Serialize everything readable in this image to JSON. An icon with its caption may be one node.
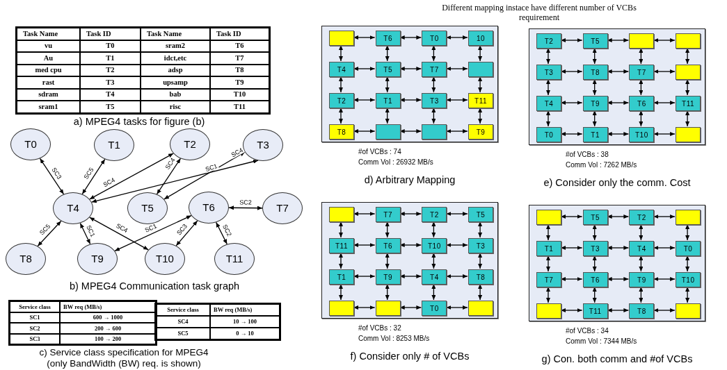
{
  "diagram": {
    "title": "Different mapping instace have different number of VCBs requirement",
    "nodes": [
      {
        "text": [
          "T0"
        ]
      },
      {
        "text": [
          "T1"
        ]
      },
      {
        "text": [
          "T2"
        ]
      },
      {
        "text": [
          "T3"
        ]
      },
      {
        "text": [
          "T4"
        ]
      },
      {
        "text": [
          "T5"
        ]
      },
      {
        "text": [
          "T6"
        ]
      },
      {
        "text": [
          "T7"
        ]
      },
      {
        "text": [
          "T8"
        ]
      },
      {
        "text": [
          "T9"
        ]
      },
      {
        "text": [
          "T10"
        ]
      },
      {
        "text": [
          "T11"
        ]
      },
      {
        "text": [],
        "shape": "box",
        "beside": [
          "#of VCBs : 74",
          "Comm Vol : 26932 MB/s",
          "d) Arbitrary Mapping"
        ]
      },
      {
        "text": [],
        "shape": "box",
        "in": 12
      },
      {
        "text": [
          "T6"
        ],
        "in": 12
      },
      {
        "text": [
          "T0"
        ],
        "in": 12
      },
      {
        "text": [
          "10"
        ],
        "in": 12
      },
      {
        "text": [
          "T4"
        ],
        "in": 12
      },
      {
        "text": [
          "T5"
        ],
        "in": 12
      },
      {
        "text": [
          "T7"
        ],
        "in": 12
      },
      {
        "text": [],
        "shape": "box",
        "in": 12
      },
      {
        "text": [
          "T2"
        ],
        "in": 12
      },
      {
        "text": [
          "T1"
        ],
        "in": 12
      },
      {
        "text": [
          "T3"
        ],
        "in": 12
      },
      {
        "text": [
          "T11"
        ],
        "in": 12
      },
      {
        "text": [
          "T8"
        ],
        "in": 12
      },
      {
        "text": [],
        "shape": "box",
        "in": 12
      },
      {
        "text": [],
        "shape": "box",
        "in": 12
      },
      {
        "text": [
          "T9"
        ],
        "in": 12
      },
      {
        "text": [],
        "shape": "box",
        "beside": [
          "#of VCBs : 38",
          "Comm Vol : 7262 MB/s",
          "e) Consider only the comm. Cost"
        ]
      },
      {
        "text": [
          "T2"
        ],
        "in": 29
      },
      {
        "text": [
          "T5"
        ],
        "in": 29
      },
      {
        "text": [],
        "shape": "box",
        "in": 29
      },
      {
        "text": [],
        "shape": "box",
        "in": 29
      },
      {
        "text": [
          "T3"
        ],
        "in": 29
      },
      {
        "text": [
          "T8"
        ],
        "in": 29
      },
      {
        "text": [
          "T7"
        ],
        "in": 29
      },
      {
        "text": [],
        "shape": "box",
        "in": 29
      },
      {
        "text": [
          "T4"
        ],
        "in": 29
      },
      {
        "text": [
          "T9"
        ],
        "in": 29
      },
      {
        "text": [
          "T6"
        ],
        "in": 29
      },
      {
        "text": [
          "T11"
        ],
        "in": 29
      },
      {
        "text": [
          "T0"
        ],
        "in": 29
      },
      {
        "text": [
          "T1"
        ],
        "in": 29
      },
      {
        "text": [
          "T10"
        ],
        "in": 29
      },
      {
        "text": [],
        "shape": "box",
        "in": 29
      },
      {
        "text": [],
        "shape": "box",
        "beside": [
          "#of VCBs : 32",
          "Comm Vol : 8253 MB/s",
          "f) Consider only # of VCBs"
        ]
      },
      {
        "text": [],
        "shape": "box",
        "in": 46
      },
      {
        "text": [
          "T7"
        ],
        "in": 46
      },
      {
        "text": [
          "T2"
        ],
        "in": 46
      },
      {
        "text": [
          "T5"
        ],
        "in": 46
      },
      {
        "text": [
          "T11"
        ],
        "in": 46
      },
      {
        "text": [
          "T6"
        ],
        "in": 46
      },
      {
        "text": [
          "T10"
        ],
        "in": 46
      },
      {
        "text": [
          "T3"
        ],
        "in": 46
      },
      {
        "text": [
          "T1"
        ],
        "in": 46
      },
      {
        "text": [
          "T9"
        ],
        "in": 46
      },
      {
        "text": [
          "T4"
        ],
        "in": 46
      },
      {
        "text": [
          "T8"
        ],
        "in": 46
      },
      {
        "text": [],
        "shape": "box",
        "in": 46
      },
      {
        "text": [],
        "shape": "box",
        "in": 46
      },
      {
        "text": [
          "T0"
        ],
        "in": 46
      },
      {
        "text": [],
        "shape": "box",
        "in": 46
      },
      {
        "text": [],
        "shape": "box",
        "beside": [
          "#of VCBs : 34",
          "Comm Vol : 7344 MB/s",
          "g) Con. both comm and #of VCBs"
        ]
      },
      {
        "text": [],
        "shape": "box",
        "in": 63
      },
      {
        "text": [
          "T5"
        ],
        "in": 63
      },
      {
        "text": [
          "T2"
        ],
        "in": 63
      },
      {
        "text": [],
        "shape": "box",
        "in": 63
      },
      {
        "text": [
          "T1"
        ],
        "in": 63
      },
      {
        "text": [
          "T3"
        ],
        "in": 63
      },
      {
        "text": [
          "T4"
        ],
        "in": 63
      },
      {
        "text": [
          "T0"
        ],
        "in": 63
      },
      {
        "text": [
          "T7"
        ],
        "in": 63
      },
      {
        "text": [
          "T6"
        ],
        "in": 63
      },
      {
        "text": [
          "T9"
        ],
        "in": 63
      },
      {
        "text": [
          "T10"
        ],
        "in": 63
      },
      {
        "text": [],
        "shape": "box",
        "in": 63
      },
      {
        "text": [
          "T11"
        ],
        "in": 63
      },
      {
        "text": [
          "T8"
        ],
        "in": 63
      },
      {
        "text": [],
        "shape": "box",
        "in": 63
      }
    ],
    "edges": [
      {
        "from": 0,
        "to": 4,
        "arrow": "both",
        "label": "SC3"
      },
      {
        "from": 1,
        "to": 4,
        "arrow": "both",
        "label": "SC5"
      },
      {
        "from": 2,
        "to": 4,
        "arrow": "both",
        "label": "SC4"
      },
      {
        "from": 4,
        "to": 3,
        "arrow": "both",
        "label": "SC1"
      },
      {
        "from": 2,
        "to": 5,
        "arrow": "both",
        "label": "SC4"
      },
      {
        "from": 3,
        "to": 5,
        "arrow": "both",
        "label": "SC4"
      },
      {
        "from": 6,
        "to": 7,
        "arrow": "both",
        "label": "SC2"
      },
      {
        "from": 4,
        "to": 8,
        "arrow": "both",
        "label": "SC5"
      },
      {
        "from": 4,
        "to": 9,
        "arrow": "both",
        "label": "SC1"
      },
      {
        "from": 4,
        "to": 10,
        "arrow": "both",
        "label": "SC4"
      },
      {
        "from": 6,
        "to": 9,
        "arrow": "both",
        "label": "SC1"
      },
      {
        "from": 6,
        "to": 10,
        "arrow": "both",
        "label": "SC3"
      },
      {
        "from": 6,
        "to": 11,
        "arrow": "both",
        "label": "SC2"
      },
      {
        "from": 13,
        "to": 14,
        "arrow": "both"
      },
      {
        "from": 14,
        "to": 15,
        "arrow": "both"
      },
      {
        "from": 15,
        "to": 16,
        "arrow": "both"
      },
      {
        "from": 17,
        "to": 18,
        "arrow": "both"
      },
      {
        "from": 18,
        "to": 19,
        "arrow": "both"
      },
      {
        "from": 19,
        "to": 20,
        "arrow": "both"
      },
      {
        "from": 21,
        "to": 22,
        "arrow": "both"
      },
      {
        "from": 22,
        "to": 23,
        "arrow": "both"
      },
      {
        "from": 23,
        "to": 24,
        "arrow": "both"
      },
      {
        "from": 25,
        "to": 26,
        "arrow": "both"
      },
      {
        "from": 26,
        "to": 27,
        "arrow": "both"
      },
      {
        "from": 27,
        "to": 28,
        "arrow": "both"
      },
      {
        "from": 13,
        "to": 17,
        "arrow": "both"
      },
      {
        "from": 14,
        "to": 18,
        "arrow": "both"
      },
      {
        "from": 15,
        "to": 19,
        "arrow": "both"
      },
      {
        "from": 16,
        "to": 20,
        "arrow": "both"
      },
      {
        "from": 17,
        "to": 21,
        "arrow": "both"
      },
      {
        "from": 18,
        "to": 22,
        "arrow": "both"
      },
      {
        "from": 19,
        "to": 23,
        "arrow": "both"
      },
      {
        "from": 20,
        "to": 24,
        "arrow": "both"
      },
      {
        "from": 21,
        "to": 25,
        "arrow": "both"
      },
      {
        "from": 22,
        "to": 26,
        "arrow": "both"
      },
      {
        "from": 23,
        "to": 27,
        "arrow": "both"
      },
      {
        "from": 24,
        "to": 28,
        "arrow": "both"
      },
      {
        "from": 30,
        "to": 31,
        "arrow": "both"
      },
      {
        "from": 31,
        "to": 32,
        "arrow": "both"
      },
      {
        "from": 32,
        "to": 33,
        "arrow": "both"
      },
      {
        "from": 34,
        "to": 35,
        "arrow": "both"
      },
      {
        "from": 35,
        "to": 36,
        "arrow": "both"
      },
      {
        "from": 36,
        "to": 37,
        "arrow": "both"
      },
      {
        "from": 38,
        "to": 39,
        "arrow": "both"
      },
      {
        "from": 39,
        "to": 40,
        "arrow": "both"
      },
      {
        "from": 40,
        "to": 41,
        "arrow": "both"
      },
      {
        "from": 42,
        "to": 43,
        "arrow": "both"
      },
      {
        "from": 43,
        "to": 44,
        "arrow": "both"
      },
      {
        "from": 44,
        "to": 45,
        "arrow": "both"
      },
      {
        "from": 30,
        "to": 34,
        "arrow": "both"
      },
      {
        "from": 31,
        "to": 35,
        "arrow": "both"
      },
      {
        "from": 32,
        "to": 36,
        "arrow": "both"
      },
      {
        "from": 33,
        "to": 37,
        "arrow": "both"
      },
      {
        "from": 34,
        "to": 38,
        "arrow": "both"
      },
      {
        "from": 35,
        "to": 39,
        "arrow": "both"
      },
      {
        "from": 36,
        "to": 40,
        "arrow": "both"
      },
      {
        "from": 37,
        "to": 41,
        "arrow": "both"
      },
      {
        "from": 38,
        "to": 42,
        "arrow": "both"
      },
      {
        "from": 39,
        "to": 43,
        "arrow": "both"
      },
      {
        "from": 40,
        "to": 44,
        "arrow": "both"
      },
      {
        "from": 41,
        "to": 45,
        "arrow": "both"
      },
      {
        "from": 47,
        "to": 48,
        "arrow": "both"
      },
      {
        "from": 48,
        "to": 49,
        "arrow": "both"
      },
      {
        "from": 49,
        "to": 50,
        "arrow": "both"
      },
      {
        "from": 51,
        "to": 52,
        "arrow": "both"
      },
      {
        "from": 52,
        "to": 53,
        "arrow": "both"
      },
      {
        "from": 53,
        "to": 54,
        "arrow": "both"
      },
      {
        "from": 55,
        "to": 56,
        "arrow": "both"
      },
      {
        "from": 56,
        "to": 57,
        "arrow": "both"
      },
      {
        "from": 57,
        "to": 58,
        "arrow": "both"
      },
      {
        "from": 59,
        "to": 60,
        "arrow": "both"
      },
      {
        "from": 60,
        "to": 61,
        "arrow": "both"
      },
      {
        "from": 61,
        "to": 62,
        "arrow": "both"
      },
      {
        "from": 47,
        "to": 51,
        "arrow": "both"
      },
      {
        "from": 48,
        "to": 52,
        "arrow": "both"
      },
      {
        "from": 49,
        "to": 53,
        "arrow": "both"
      },
      {
        "from": 50,
        "to": 54,
        "arrow": "both"
      },
      {
        "from": 51,
        "to": 55,
        "arrow": "both"
      },
      {
        "from": 52,
        "to": 56,
        "arrow": "both"
      },
      {
        "from": 53,
        "to": 57,
        "arrow": "both"
      },
      {
        "from": 54,
        "to": 58,
        "arrow": "both"
      },
      {
        "from": 55,
        "to": 59,
        "arrow": "both"
      },
      {
        "from": 56,
        "to": 60,
        "arrow": "both"
      },
      {
        "from": 57,
        "to": 61,
        "arrow": "both"
      },
      {
        "from": 58,
        "to": 62,
        "arrow": "both"
      },
      {
        "from": 64,
        "to": 65,
        "arrow": "both"
      },
      {
        "from": 65,
        "to": 66,
        "arrow": "both"
      },
      {
        "from": 66,
        "to": 67,
        "arrow": "both"
      },
      {
        "from": 68,
        "to": 69,
        "arrow": "both"
      },
      {
        "from": 69,
        "to": 70,
        "arrow": "both"
      },
      {
        "from": 70,
        "to": 71,
        "arrow": "both"
      },
      {
        "from": 72,
        "to": 73,
        "arrow": "both"
      },
      {
        "from": 73,
        "to": 74,
        "arrow": "both"
      },
      {
        "from": 74,
        "to": 75,
        "arrow": "both"
      },
      {
        "from": 76,
        "to": 77,
        "arrow": "both"
      },
      {
        "from": 77,
        "to": 78,
        "arrow": "both"
      },
      {
        "from": 78,
        "to": 79,
        "arrow": "both"
      },
      {
        "from": 64,
        "to": 68,
        "arrow": "both"
      },
      {
        "from": 65,
        "to": 69,
        "arrow": "both"
      },
      {
        "from": 66,
        "to": 70,
        "arrow": "both"
      },
      {
        "from": 67,
        "to": 71,
        "arrow": "both"
      },
      {
        "from": 68,
        "to": 72,
        "arrow": "both"
      },
      {
        "from": 69,
        "to": 73,
        "arrow": "both"
      },
      {
        "from": 70,
        "to": 74,
        "arrow": "both"
      },
      {
        "from": 71,
        "to": 75,
        "arrow": "both"
      },
      {
        "from": 72,
        "to": 76,
        "arrow": "both"
      },
      {
        "from": 73,
        "to": 77,
        "arrow": "both"
      },
      {
        "from": 74,
        "to": 78,
        "arrow": "both"
      },
      {
        "from": 75,
        "to": 79,
        "arrow": "both"
      }
    ],
    "labels": [
      "Task Name",
      "Task ID",
      "Task Name",
      "Task ID",
      "vu",
      "T0",
      "sram2",
      "T6",
      "Au",
      "T1",
      "idct,etc",
      "T7",
      "med cpu",
      "T2",
      "adsp",
      "T8",
      "rast",
      "T3",
      "upsamp",
      "T9",
      "sdram",
      "T4",
      "bab",
      "T10",
      "sram1",
      "T5",
      "risc",
      "T11",
      "a) MPEG4 tasks for figure (b)",
      "b) MPEG4 Communication task graph",
      "Service class",
      "BW req (MB/s)",
      "SC1",
      "600 → 1000",
      "SC2",
      "200 → 600",
      "SC3",
      "100 → 200",
      "Service class",
      "BW req (MB/s)",
      "SC4",
      "10 → 100",
      "SC5",
      "0 → 10",
      "c) Service class specification for MPEG4 (only BandWidth (BW) req. is shown)"
    ]
  }
}
